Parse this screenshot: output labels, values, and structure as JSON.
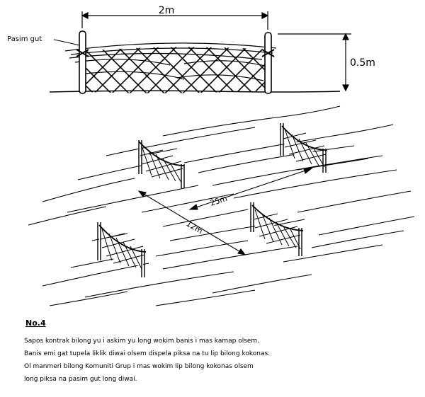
{
  "figure": {
    "top_width_label": "2m",
    "top_height_label": "0.5m",
    "post_label": "Pasim gut",
    "span_long_label": "25m",
    "span_short_label": "12m"
  },
  "caption": {
    "number": "No.4",
    "lines": [
      "Sapos kontrak bilong yu i askim yu long wokim banis i mas kamap olsem.",
      "Banis emi gat tupela liklik diwai olsem dispela piksa na tu lip bilong kokonas.",
      "Ol manmeri bilong Komuniti Grup i mas wokim lip bilong kokonas olsem",
      "long piksa na pasim gut long diwai."
    ]
  }
}
